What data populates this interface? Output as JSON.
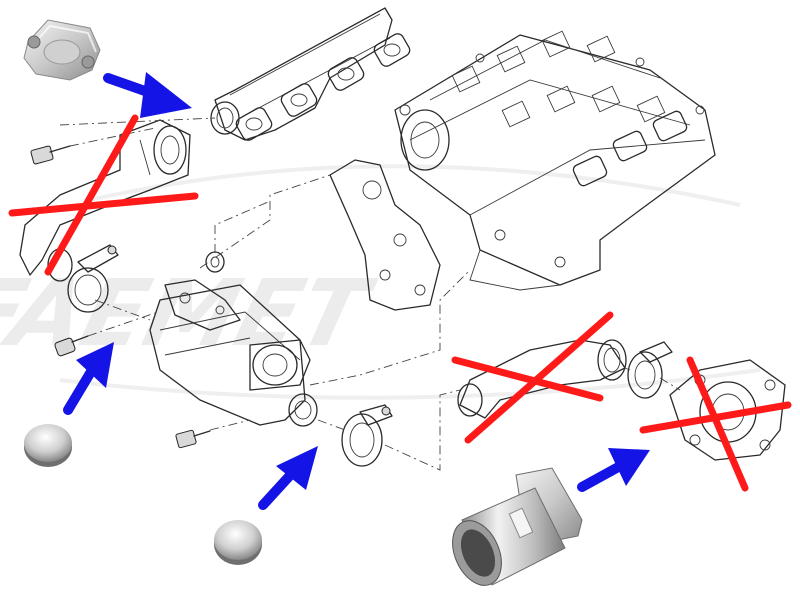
{
  "diagram": {
    "watermark_text": "FAEMET",
    "colors": {
      "line_art": "#2a2a2a",
      "removed_cross": "#ff1a1a",
      "replacement_arrow": "#1414e6",
      "metal_light": "#e6e6e6",
      "metal_dark": "#8c8c8c",
      "watermark": "#e9e9e9"
    },
    "icons": [
      "egr-blanking-plate-photo",
      "expansion-plug-photo",
      "replacement-pipe-photo",
      "blue-arrow-icon",
      "red-cross-icon"
    ],
    "removed_parts": [
      "egr-pipe",
      "coolant-pipe",
      "egr-valve"
    ],
    "replacement_parts": [
      "blanking-plate",
      "blanking-plug-left",
      "blanking-plug-bottom",
      "adapter-pipe"
    ]
  }
}
